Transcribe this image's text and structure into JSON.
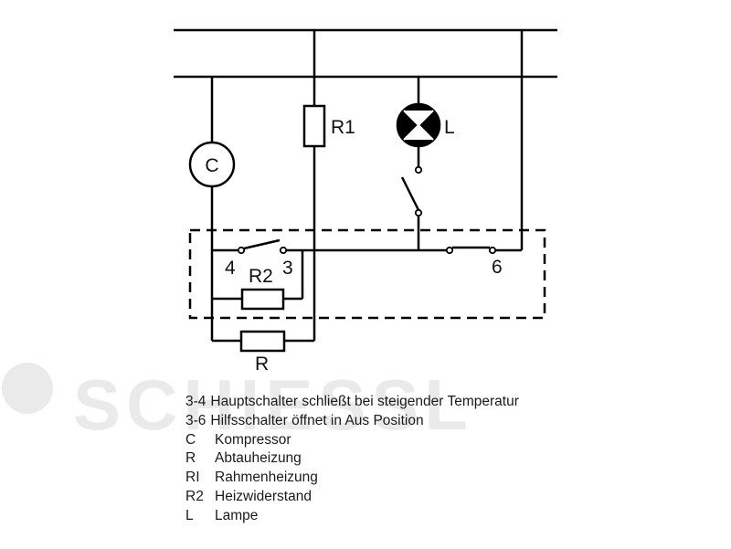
{
  "diagram": {
    "labels": {
      "compressor": "C",
      "resistor_r1": "R1",
      "lamp": "L",
      "contact_4": "4",
      "contact_3": "3",
      "resistor_r2": "R2",
      "contact_6": "6",
      "resistor_r": "R"
    },
    "watermark": "SCHIESSL"
  },
  "legend": [
    {
      "code": "3-4",
      "text": "Hauptschalter schließt bei steigender Temperatur"
    },
    {
      "code": "3-6",
      "text": "Hilfsschalter öffnet in Aus Position"
    },
    {
      "code": "C",
      "text": "Kompressor"
    },
    {
      "code": "R",
      "text": "Abtauheizung"
    },
    {
      "code": "RI",
      "text": "Rahmenheizung"
    },
    {
      "code": "R2",
      "text": "Heizwiderstand"
    },
    {
      "code": "L",
      "text": "Lampe"
    }
  ]
}
